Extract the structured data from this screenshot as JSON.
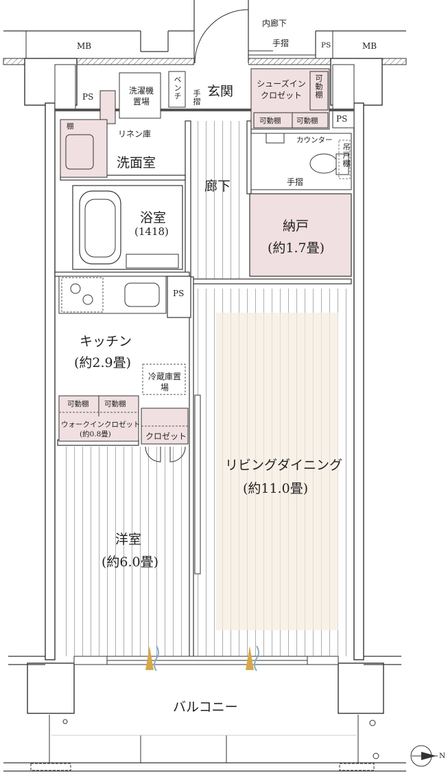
{
  "plan": {
    "corridor_outside": "内廊下",
    "handrail": "手摺",
    "mb": "MB",
    "ps": "PS",
    "entrance": "玄関",
    "bench": "ベンチ",
    "shoes_closet": "シューズインクロゼット",
    "movable_shelf": "可動棚",
    "movable_shelf_vertical": "可動棚",
    "shelf": "棚",
    "counter": "カウンター",
    "hanging_shelf": "吊戸棚",
    "laundry_space": "洗濯機置場",
    "linen": "リネン庫",
    "washroom": "洗面室",
    "hallway": "廊下",
    "bath": "浴室",
    "bath_size": "(1418)",
    "storage": "納戸",
    "storage_size": "(約1.7畳)",
    "kitchen": "キッチン",
    "kitchen_size": "(約2.9畳)",
    "fridge": "冷蔵庫置場",
    "wic": "ウォークインクロゼット",
    "wic_size": "(約0.8畳)",
    "closet": "クロゼット",
    "living": "リビングダイニング",
    "living_size": "(約11.0畳)",
    "western_room": "洋室",
    "western_size": "(約6.0畳)",
    "balcony": "バルコニー",
    "north": "N"
  }
}
